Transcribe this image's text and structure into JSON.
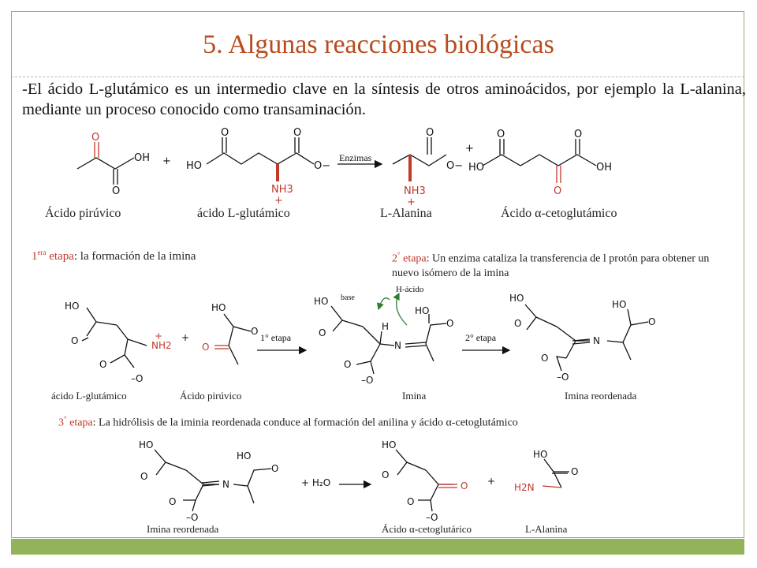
{
  "title": "5. Algunas reacciones biológicas",
  "intro": "-El ácido L-glutámico es un intermedio clave en la síntesis de otros aminoácidos, por ejemplo la L-alanina, mediante un proceso conocido como transaminación.",
  "reaction1": {
    "labels": [
      "Ácido pirúvico",
      "ácido L-glutámico",
      "L-Alanina",
      "Ácido α-cetoglutámico"
    ],
    "enzyme": "Enzimas"
  },
  "stage1": {
    "num": "1",
    "sup": "era",
    "name": "etapa",
    "rest": ": la formación de la imina"
  },
  "stage2": {
    "num": "2",
    "sup": "°",
    "name": "etapa",
    "rest": ": Un enzima cataliza la transferencia de l protón para obtener un nuevo isómero de la imina"
  },
  "stage3": {
    "num": "3",
    "sup": "°",
    "name": "etapa",
    "rest": ": La hidrólisis de la iminia reordenada conduce al formación del anilina y ácido α-cetoglutámico"
  },
  "reaction2": {
    "labels": [
      "ácido L-glutámico",
      "Ácido pirúvico",
      "Imina",
      "Imina reordenada"
    ],
    "arrow1": "1° etapa",
    "arrow2": "2° etapa",
    "base": "base",
    "acid": "H-ácido"
  },
  "reaction3": {
    "labels": [
      "Imina reordenada",
      "Ácido α-cetoglutárico",
      "L-Alanina"
    ],
    "water": "+ H₂O"
  },
  "chem_text": {
    "OH": "OH",
    "HO": "HO",
    "O": "O",
    "Ominus": "O−",
    "NH3": "NH3",
    "NH2": "NH2",
    "H2N": "H2N",
    "N": "N",
    "H": "H",
    "minusO": "–O",
    "plus": "+"
  },
  "colors": {
    "title": "#b94a1c",
    "accent": "#c0392b",
    "frame": "#8db06a",
    "bar": "#92b35a"
  }
}
